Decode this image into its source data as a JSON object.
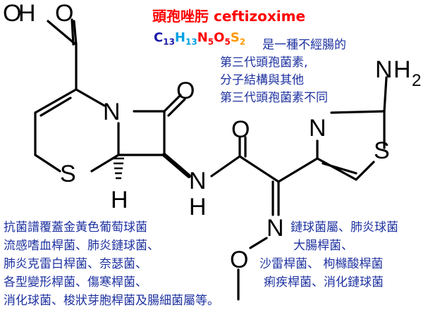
{
  "title": "頭孢唑肟 ceftizoxime",
  "formula": [
    {
      "sym": "C",
      "n": "13",
      "color": "#1a1aa8"
    },
    {
      "sym": "H",
      "n": "13",
      "color": "#00a0e0"
    },
    {
      "sym": "N",
      "n": "5",
      "color": "#ff0000"
    },
    {
      "sym": "O",
      "n": "5",
      "color": "#ff0000"
    },
    {
      "sym": "S",
      "n": "2",
      "color": "#ff9900"
    }
  ],
  "description": [
    "是一種不經腸的",
    "第三代頭孢菌素,",
    "分子結構與其他",
    "第三代頭孢菌素不同"
  ],
  "spectrum_left": [
    "抗菌譜覆蓋金黃色葡萄球菌",
    "流感嗜血桿菌、肺炎鏈球菌、",
    "肺炎克雷白桿菌、奈瑟菌、",
    "各型變形桿菌、傷寒桿菌、",
    "消化球菌、梭狀芽胞桿菌及腸細菌屬等。"
  ],
  "spectrum_right": [
    "鏈球菌屬、肺炎球菌",
    "大腸桿菌、",
    "沙雷桿菌、 枸櫞酸桿菌",
    "痢疾桿菌、消化鏈球菌"
  ],
  "atoms": {
    "O": "O",
    "H": "H",
    "N": "N",
    "S": "S",
    "two": "2"
  },
  "colors": {
    "title": "#ff0000",
    "text_blue": "#1e32a0",
    "bond": "#000000"
  }
}
